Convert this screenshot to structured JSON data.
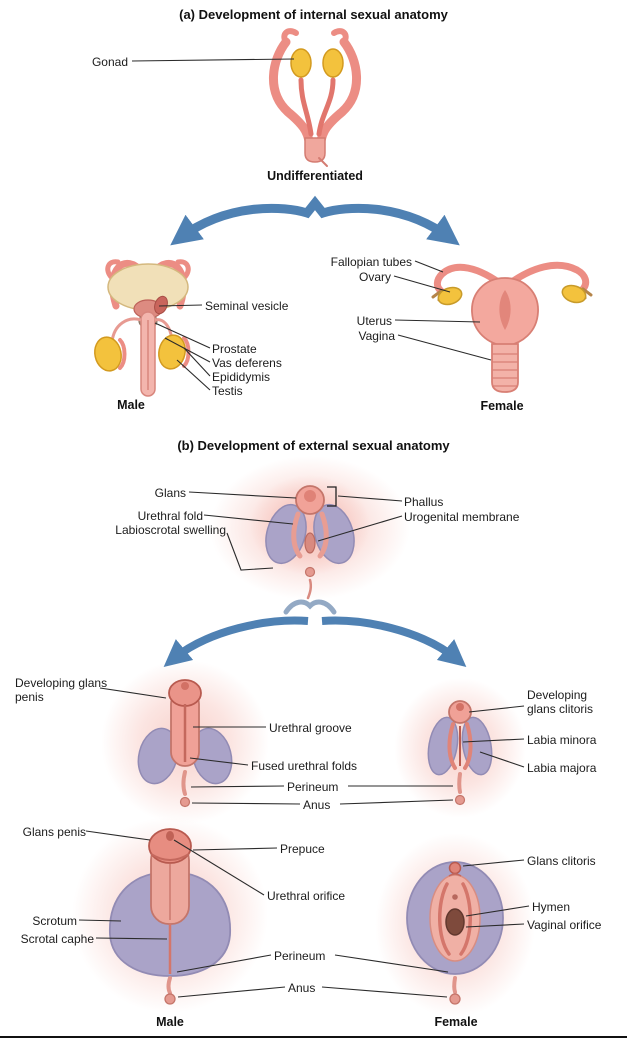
{
  "figure": {
    "section_a": {
      "title": "(a) Development of internal sexual anatomy",
      "undifferentiated_caption": "Undifferentiated",
      "male_caption": "Male",
      "female_caption": "Female",
      "labels": {
        "gonad": "Gonad",
        "seminal_vesicle": "Seminal vesicle",
        "prostate": "Prostate",
        "vas_deferens": "Vas deferens",
        "epididymis": "Epididymis",
        "testis": "Testis",
        "fallopian_tubes": "Fallopian tubes",
        "ovary": "Ovary",
        "uterus": "Uterus",
        "vagina": "Vagina"
      }
    },
    "section_b": {
      "title": "(b) Development of external sexual anatomy",
      "male_caption": "Male",
      "female_caption": "Female",
      "labels": {
        "glans": "Glans",
        "phallus": "Phallus",
        "urethral_fold": "Urethral fold",
        "urogenital_membrane": "Urogenital membrane",
        "labioscrotal_swelling": "Labioscrotal swelling",
        "developing_glans_penis": "Developing glans penis",
        "urethral_groove": "Urethral groove",
        "fused_urethral_folds": "Fused urethral folds",
        "perineum_developing": "Perineum",
        "anus_developing": "Anus",
        "developing_glans_clitoris": "Developing glans clitoris",
        "labia_minora": "Labia minora",
        "labia_majora": "Labia majora",
        "glans_penis": "Glans penis",
        "scrotum": "Scrotum",
        "scrotal_caphe": "Scrotal caphe",
        "prepuce": "Prepuce",
        "urethral_orifice": "Urethral orifice",
        "perineum_final": "Perineum",
        "anus_final": "Anus",
        "glans_clitoris": "Glans clitoris",
        "hymen": "Hymen",
        "vaginal_orifice": "Vaginal orifice"
      }
    },
    "colors": {
      "tissue_pink": "#f0a197",
      "tissue_deep_pink": "#e1766d",
      "gonad_yellow": "#f3c23d",
      "swelling_purple": "#aaa3c8",
      "bladder_cream": "#f1e0b8",
      "arrow_blue": "#4f81b3",
      "leader_line": "#2b2b2b"
    }
  }
}
